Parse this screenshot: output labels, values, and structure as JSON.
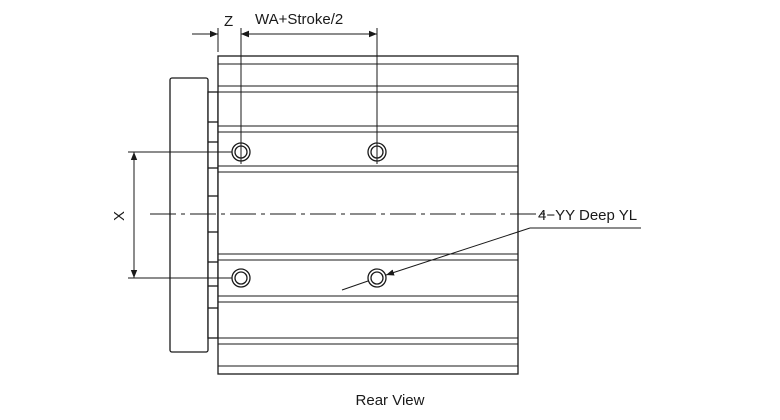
{
  "labels": {
    "z": "Z",
    "wa_stroke": "WA+Stroke/2",
    "x": "X",
    "holes_callout": "4−YY Deep YL"
  },
  "caption": "Rear View",
  "colors": {
    "line": "#1a1a1a",
    "background": "#ffffff"
  }
}
